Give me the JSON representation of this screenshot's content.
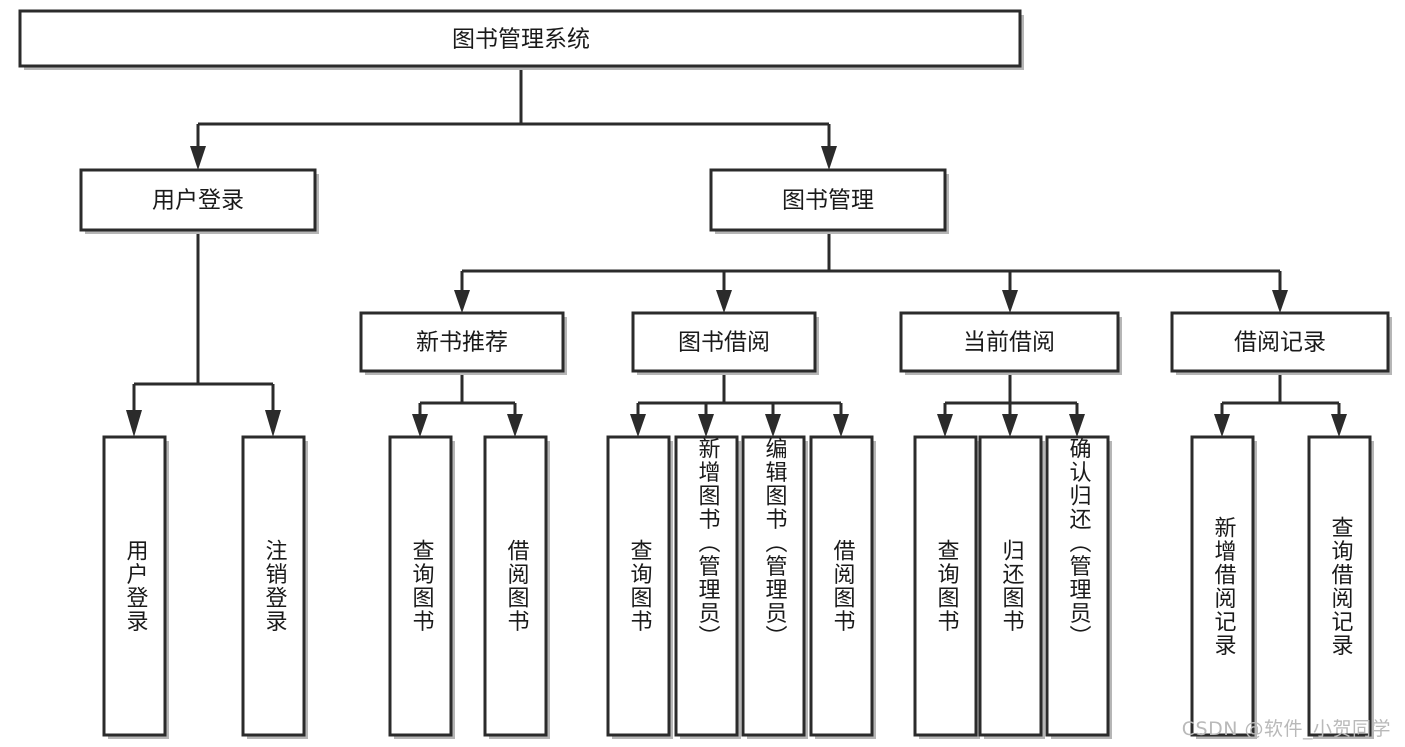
{
  "diagram": {
    "type": "tree-hierarchy",
    "title": "图书管理系统",
    "background_color": "#ffffff",
    "line_color": "#2b2b2b",
    "text_color": "#1a1a1a",
    "watermark": "CSDN @软件_小贺同学",
    "root": {
      "label": "图书管理系统"
    },
    "level2": [
      {
        "label": "用户登录"
      },
      {
        "label": "图书管理"
      }
    ],
    "level3": [
      {
        "label": "新书推荐"
      },
      {
        "label": "图书借阅"
      },
      {
        "label": "当前借阅"
      },
      {
        "label": "借阅记录"
      }
    ],
    "leaves": {
      "user_login": [
        {
          "label": "用户登录"
        },
        {
          "label": "注销登录"
        }
      ],
      "new_book_recommend": [
        {
          "label": "查询图书"
        },
        {
          "label": "借阅图书"
        }
      ],
      "book_borrow": [
        {
          "label": "查询图书"
        },
        {
          "label": "新增图书（管理员）"
        },
        {
          "label": "编辑图书（管理员）"
        },
        {
          "label": "借阅图书"
        }
      ],
      "current_borrow": [
        {
          "label": "查询图书"
        },
        {
          "label": "归还图书"
        },
        {
          "label": "确认归还（管理员）"
        }
      ],
      "borrow_record": [
        {
          "label": "新增借阅记录"
        },
        {
          "label": "查询借阅记录"
        }
      ]
    }
  }
}
